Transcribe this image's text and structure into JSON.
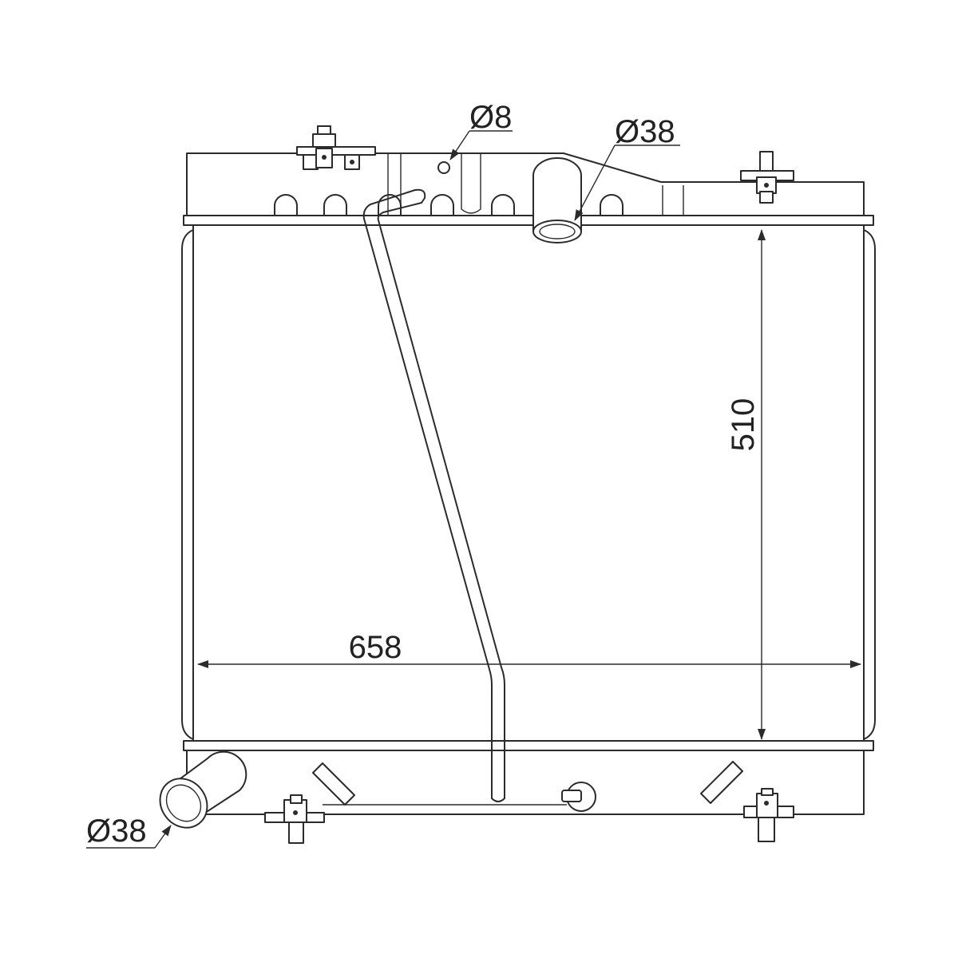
{
  "dimensions": {
    "width_label": "658",
    "height_label": "510",
    "drain_diameter_label": "Ø8",
    "inlet_diameter_label": "Ø38",
    "outlet_diameter_label": "Ø38"
  },
  "colors": {
    "line": "#2b2b2b",
    "background": "#ffffff"
  }
}
